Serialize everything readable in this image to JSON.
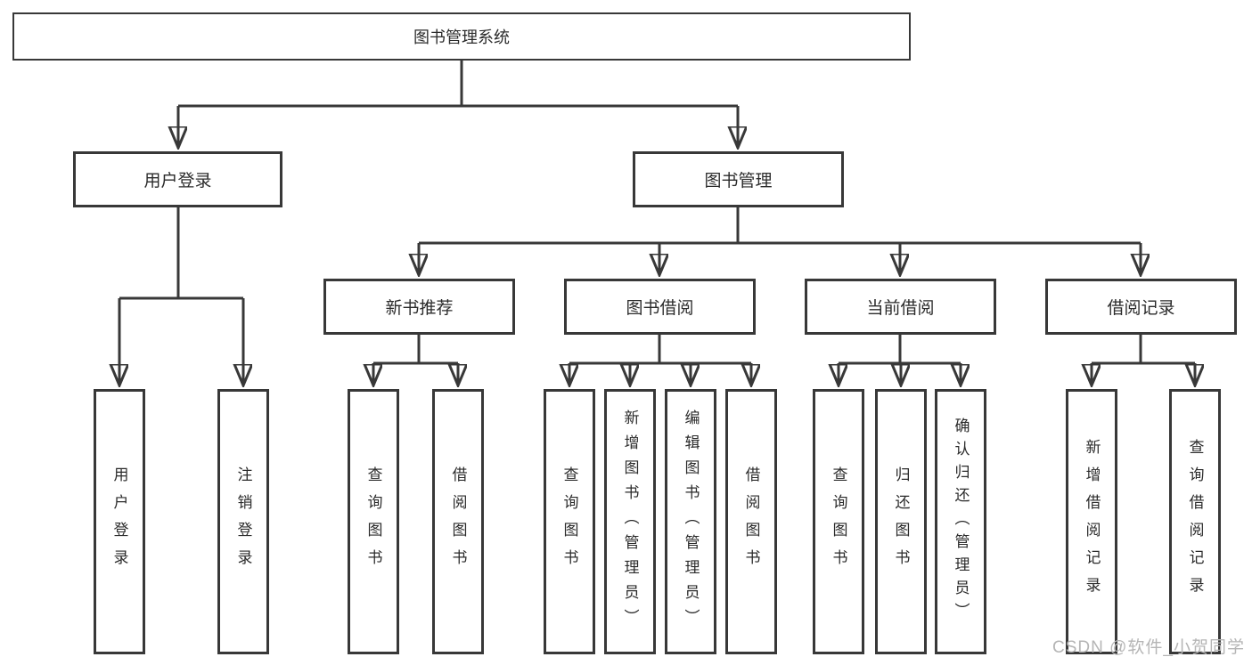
{
  "diagram_type": "tree",
  "colors": {
    "line": "#383838",
    "node_border": "#383838",
    "node_text": "#2b2b2b",
    "background": "#ffffff",
    "watermark_text": "#b5b5b5"
  },
  "watermark": "CSDN @软件_小贺同学",
  "tree": {
    "label": "图书管理系统",
    "children": [
      {
        "label": "用户登录",
        "children": [
          {
            "label": "用户登录"
          },
          {
            "label": "注销登录"
          }
        ]
      },
      {
        "label": "图书管理",
        "children": [
          {
            "label": "新书推荐",
            "children": [
              {
                "label": "查询图书"
              },
              {
                "label": "借阅图书"
              }
            ]
          },
          {
            "label": "图书借阅",
            "children": [
              {
                "label": "查询图书"
              },
              {
                "label": "新增图书（管理员）"
              },
              {
                "label": "编辑图书（管理员）"
              },
              {
                "label": "借阅图书"
              }
            ]
          },
          {
            "label": "当前借阅",
            "children": [
              {
                "label": "查询图书"
              },
              {
                "label": "归还图书"
              },
              {
                "label": "确认归还（管理员）"
              }
            ]
          },
          {
            "label": "借阅记录",
            "children": [
              {
                "label": "新增借阅记录"
              },
              {
                "label": "查询借阅记录"
              }
            ]
          }
        ]
      }
    ]
  }
}
